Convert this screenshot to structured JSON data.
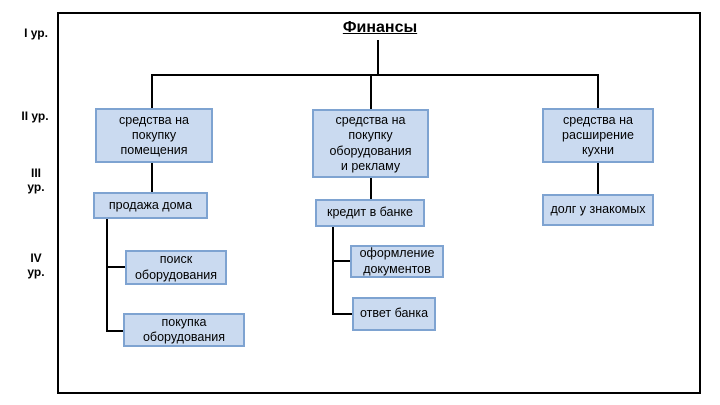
{
  "title": "Финансы",
  "level_labels": {
    "l1": "I ур.",
    "l2": "II ур.",
    "l3": "III\nур.",
    "l4": "IV\nур."
  },
  "nodes": {
    "premises": {
      "label": "средства на\nпокупку\nпомещения"
    },
    "equipment": {
      "label": "средства на\nпокупку\nоборудования\nи рекламу"
    },
    "kitchen": {
      "label": "средства на\nрасширение\nкухни"
    },
    "sale_house": {
      "label": "продажа дома"
    },
    "bank_credit": {
      "label": "кредит в банке"
    },
    "debt": {
      "label": "долг у знакомых"
    },
    "search_equipment": {
      "label": "поиск\nоборудования"
    },
    "buy_equipment": {
      "label": "покупка\nоборудования"
    },
    "paperwork": {
      "label": "оформление\nдокументов"
    },
    "bank_answer": {
      "label": "ответ банка"
    }
  },
  "edges": [
    {
      "parent": "title",
      "child": "premises"
    },
    {
      "parent": "title",
      "child": "equipment"
    },
    {
      "parent": "title",
      "child": "kitchen"
    },
    {
      "parent": "premises",
      "child": "sale_house"
    },
    {
      "parent": "equipment",
      "child": "bank_credit"
    },
    {
      "parent": "kitchen",
      "child": "debt"
    },
    {
      "parent": "sale_house",
      "child": "search_equipment"
    },
    {
      "parent": "sale_house",
      "child": "buy_equipment"
    },
    {
      "parent": "bank_credit",
      "child": "paperwork"
    },
    {
      "parent": "bank_credit",
      "child": "bank_answer"
    }
  ],
  "colors": {
    "box_fill": "#cadaf0",
    "box_border": "#7ea3d1",
    "connector": "#000000",
    "frame_border": "#000000",
    "text": "#000000"
  }
}
